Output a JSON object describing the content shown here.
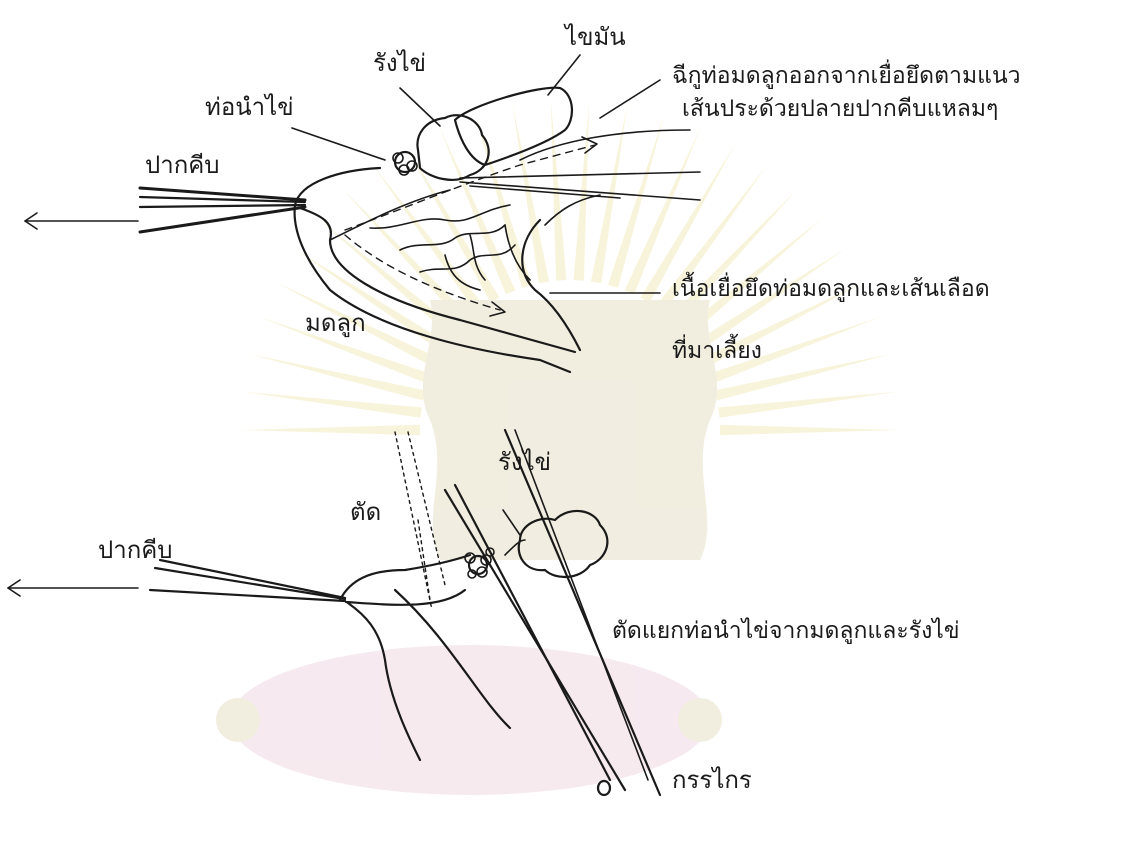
{
  "watermark": {
    "colors": {
      "rays": "#f4ecc0",
      "emblem": "#e6dfc6",
      "base": "#f0d8e2"
    }
  },
  "top_diagram": {
    "labels": {
      "forceps": "ปากคีบ",
      "oviduct": "ท่อนำไข่",
      "ovary": "รังไข่",
      "fat": "ไขมัน",
      "tear_instruction_line1": "ฉีกูท่อมดลูกออกจากเยื่อยึดตามแนว",
      "tear_instruction_line2": "เส้นประด้วยปลายปากคีบแหลมๆ",
      "mesentery_line1": "เนื้อเยื่อยึดท่อมดลูกและเส้นเลือด",
      "mesentery_line2": "ที่มาเลี้ยง",
      "uterus": "มดลูก"
    }
  },
  "bottom_diagram": {
    "labels": {
      "ovary": "รังไข่",
      "cut": "ตัด",
      "forceps": "ปากคีบ",
      "cut_instruction": "ตัดแยกท่อนำไข่จากมดลูกและรังไข่",
      "scissors": "กรรไกร"
    }
  }
}
